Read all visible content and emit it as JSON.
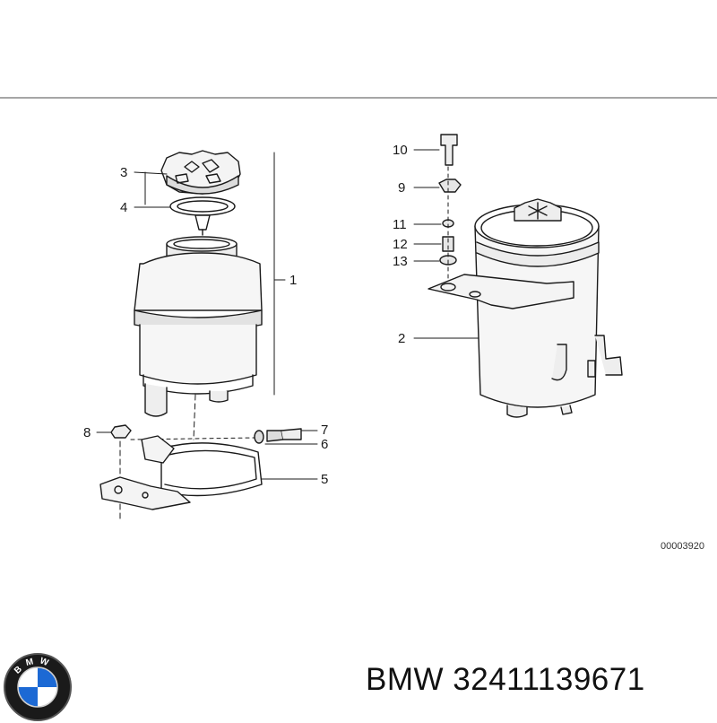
{
  "diagram": {
    "callouts": {
      "n1": "1",
      "n2": "2",
      "n3": "3",
      "n4": "4",
      "n5": "5",
      "n6": "6",
      "n7": "7",
      "n8": "8",
      "n9": "9",
      "n10": "10",
      "n11": "11",
      "n12": "12",
      "n13": "13"
    },
    "drawing_code": "00003920"
  },
  "caption": {
    "brand": "BMW",
    "part_number": "32411139671"
  },
  "logo": {
    "text": "BMW",
    "colors": {
      "blue": "#1c69d4",
      "white": "#ffffff",
      "ring": "#111111"
    }
  }
}
